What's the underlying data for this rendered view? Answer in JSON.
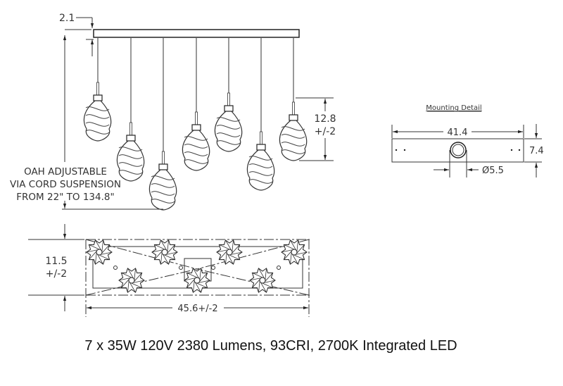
{
  "front_view": {
    "canopy_height": "2.1",
    "oah_note": [
      "OAH ADJUSTABLE",
      "VIA CORD SUSPENSION",
      "FROM 22\" TO 134.8\""
    ],
    "shade_height": [
      "12.8",
      "+/-2"
    ],
    "pendant_count": 7
  },
  "mounting_detail": {
    "title": "Mounting Detail",
    "width": "41.4",
    "height": "7.4",
    "diameter": "Ø5.5"
  },
  "top_view": {
    "depth": [
      "11.5",
      "+/-2"
    ],
    "length": "45.6+/-2"
  },
  "caption": "7 x 35W 120V 2380 Lumens, 93CRI, 2700K Integrated LED"
}
